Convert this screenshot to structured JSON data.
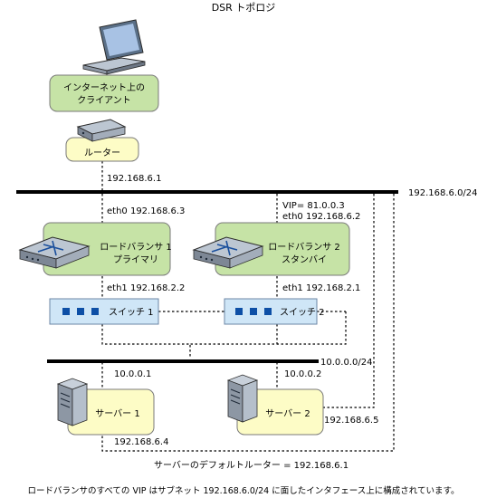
{
  "title": "DSR トポロジ",
  "client": {
    "line1": "インターネット上の",
    "line2": "クライアント"
  },
  "router": {
    "label": "ルーター",
    "ip": "192.168.6.1"
  },
  "net_top": "192.168.6.0/24",
  "lb1": {
    "line1": "ロードバランサ 1",
    "line2": "プライマリ",
    "eth0": "eth0 192.168.6.3",
    "eth1": "eth1 192.168.2.2"
  },
  "lb2": {
    "line1": "ロードバランサ 2",
    "line2": "スタンバイ",
    "vip": "VIP= 81.0.0.3",
    "eth0": "eth0 192.168.6.2",
    "eth1": "eth1 192.168.2.1"
  },
  "switch1": "スイッチ 1",
  "switch2": "スイッチ 2",
  "net_bottom": "10.0.0.0/24",
  "server1": {
    "label": "サーバー 1",
    "ip": "10.0.0.1",
    "ip2": "192.168.6.4"
  },
  "server2": {
    "label": "サーバー 2",
    "ip": "10.0.0.2",
    "ip2": "192.168.6.5"
  },
  "default_route": "サーバーのデフォルトルーター = 192.168.6.1",
  "caption": "ロードバランサのすべての VIP はサブネット  192.168.6.0/24 に面したインタフェース上に構成されています。",
  "colors": {
    "green_fill": "#c6e3a6",
    "yellow_fill": "#fdfcc6",
    "switch_fill": "#cfe6f7",
    "switch_dot": "#0d4fa6"
  },
  "icons": [
    "laptop-icon",
    "router-icon",
    "load-balancer-icon",
    "server-icon"
  ]
}
